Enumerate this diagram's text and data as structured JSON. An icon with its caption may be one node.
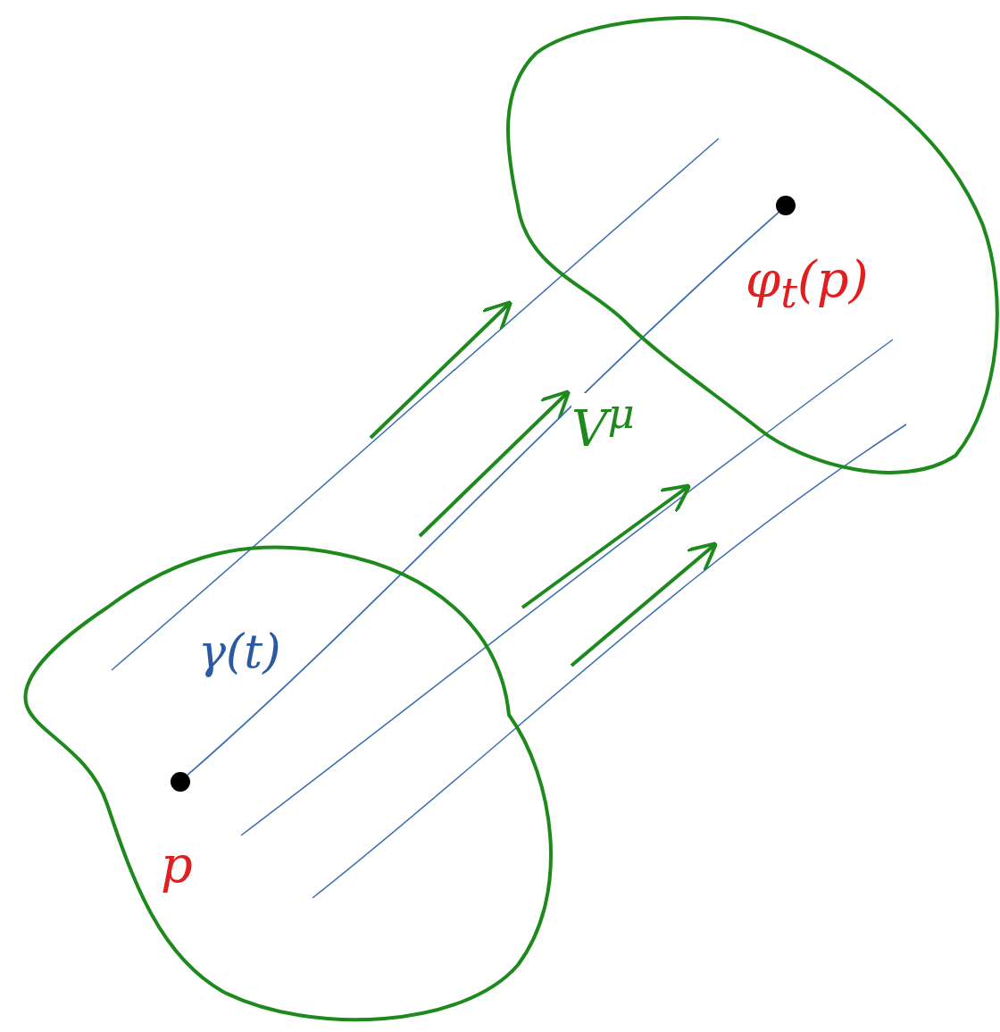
{
  "diagram": {
    "nodes": [
      {
        "text": [],
        "shape": "cloud"
      },
      {
        "text": [],
        "shape": "cloud"
      },
      {
        "text": [],
        "shape": "circle",
        "in": 0,
        "beside": [
          "p"
        ]
      },
      {
        "text": [],
        "shape": "circle",
        "in": 1,
        "beside": [
          "φ$_{t}$(p)"
        ]
      }
    ],
    "edges": [
      {
        "from": 2,
        "to": 3,
        "arrow": "none",
        "label": "γ(t)"
      }
    ],
    "labels": [
      "V$^{μ}$"
    ]
  }
}
